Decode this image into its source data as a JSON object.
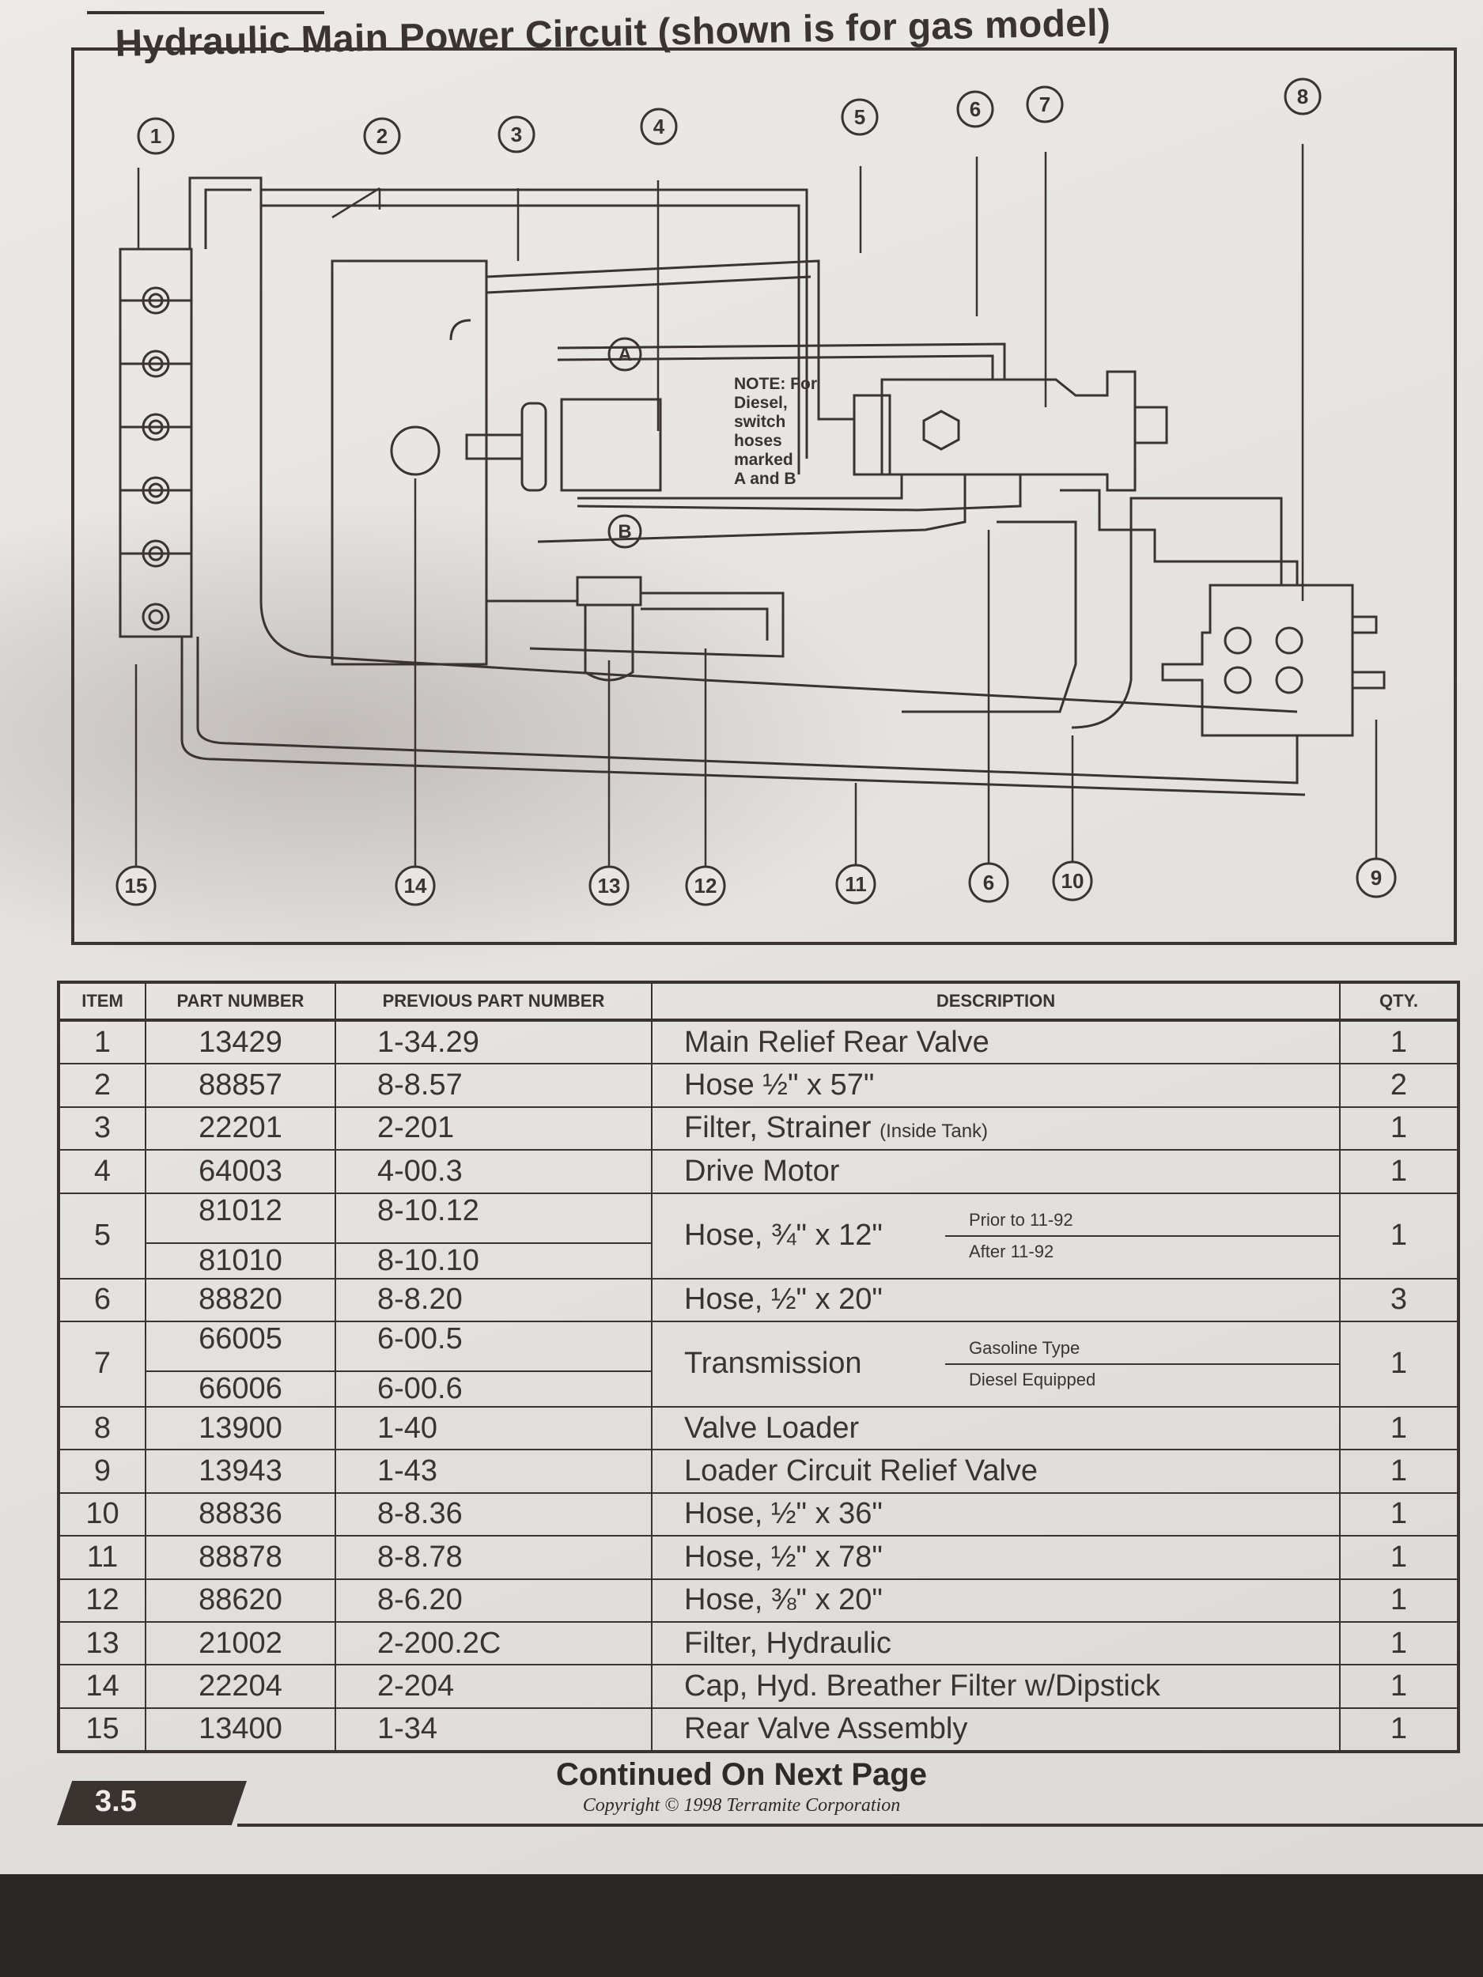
{
  "title": "Hydraulic Main Power Circuit (shown is for gas model)",
  "diagram": {
    "note": [
      "NOTE: For",
      "Diesel,",
      "switch",
      "hoses",
      "marked",
      "A and B"
    ],
    "port_a": "A",
    "port_b": "B",
    "callouts_top": [
      "1",
      "2",
      "3",
      "4",
      "5",
      "6",
      "7",
      "8"
    ],
    "callouts_bottom": [
      "15",
      "14",
      "13",
      "12",
      "11",
      "6",
      "10",
      "9"
    ]
  },
  "table": {
    "headers": {
      "item": "ITEM",
      "part": "PART NUMBER",
      "prev": "PREVIOUS PART NUMBER",
      "desc": "DESCRIPTION",
      "qty": "QTY."
    },
    "rows": [
      {
        "item": "1",
        "part": "13429",
        "prev": "1-34.29",
        "desc": "Main Relief Rear Valve",
        "qty": "1"
      },
      {
        "item": "2",
        "part": "88857",
        "prev": "8-8.57",
        "desc": "Hose ½\" x 57\"",
        "qty": "2"
      },
      {
        "item": "3",
        "part": "22201",
        "prev": "2-201",
        "desc": "Filter, Strainer",
        "desc_note": "(Inside Tank)",
        "qty": "1"
      },
      {
        "item": "4",
        "part": "64003",
        "prev": "4-00.3",
        "desc": "Drive Motor",
        "qty": "1"
      },
      {
        "item": "5",
        "part": "81012",
        "part2": "81010",
        "prev": "8-10.12",
        "prev2": "8-10.10",
        "desc": "Hose, ¾\" x 12\"",
        "variant1": "Prior to 11-92",
        "variant2": "After 11-92",
        "qty": "1"
      },
      {
        "item": "6",
        "part": "88820",
        "prev": "8-8.20",
        "desc": "Hose, ½\" x 20\"",
        "qty": "3"
      },
      {
        "item": "7",
        "part": "66005",
        "part2": "66006",
        "prev": "6-00.5",
        "prev2": "6-00.6",
        "desc": "Transmission",
        "variant1": "Gasoline Type",
        "variant2": "Diesel Equipped",
        "qty": "1"
      },
      {
        "item": "8",
        "part": "13900",
        "prev": "1-40",
        "desc": "Valve Loader",
        "qty": "1"
      },
      {
        "item": "9",
        "part": "13943",
        "prev": "1-43",
        "desc": "Loader Circuit Relief Valve",
        "qty": "1"
      },
      {
        "item": "10",
        "part": "88836",
        "prev": "8-8.36",
        "desc": "Hose, ½\" x 36\"",
        "qty": "1"
      },
      {
        "item": "11",
        "part": "88878",
        "prev": "8-8.78",
        "desc": "Hose, ½\" x 78\"",
        "qty": "1"
      },
      {
        "item": "12",
        "part": "88620",
        "prev": "8-6.20",
        "desc": "Hose, ⅜\" x 20\"",
        "qty": "1"
      },
      {
        "item": "13",
        "part": "21002",
        "prev": "2-200.2C",
        "desc": "Filter, Hydraulic",
        "qty": "1"
      },
      {
        "item": "14",
        "part": "22204",
        "prev": "2-204",
        "desc": "Cap, Hyd. Breather Filter w/Dipstick",
        "qty": "1"
      },
      {
        "item": "15",
        "part": "13400",
        "prev": "1-34",
        "desc": "Rear Valve Assembly",
        "qty": "1"
      }
    ]
  },
  "footer": {
    "continued": "Continued On Next Page",
    "copyright": "Copyright © 1998 Terramite Corporation",
    "page_number": "3.5"
  }
}
